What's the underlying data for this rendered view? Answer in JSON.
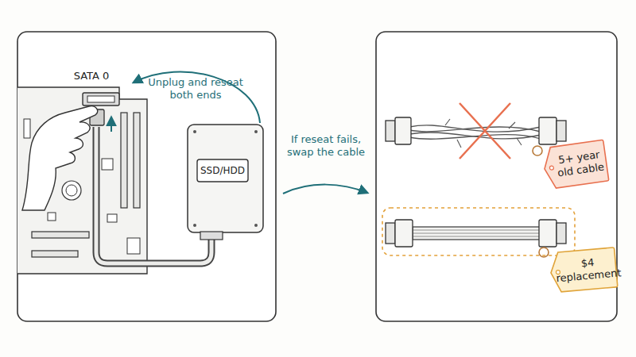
{
  "diagram": {
    "nodes": [
      {
        "text": [
          "SSD/HDD"
        ]
      },
      {
        "text": [
          "5+ year old cable"
        ]
      },
      {
        "text": [
          "$4 replacement"
        ]
      }
    ],
    "labels": [
      "SATA 0",
      "Unplug and reseat both ends",
      "If reseat fails, swap the cable"
    ]
  }
}
